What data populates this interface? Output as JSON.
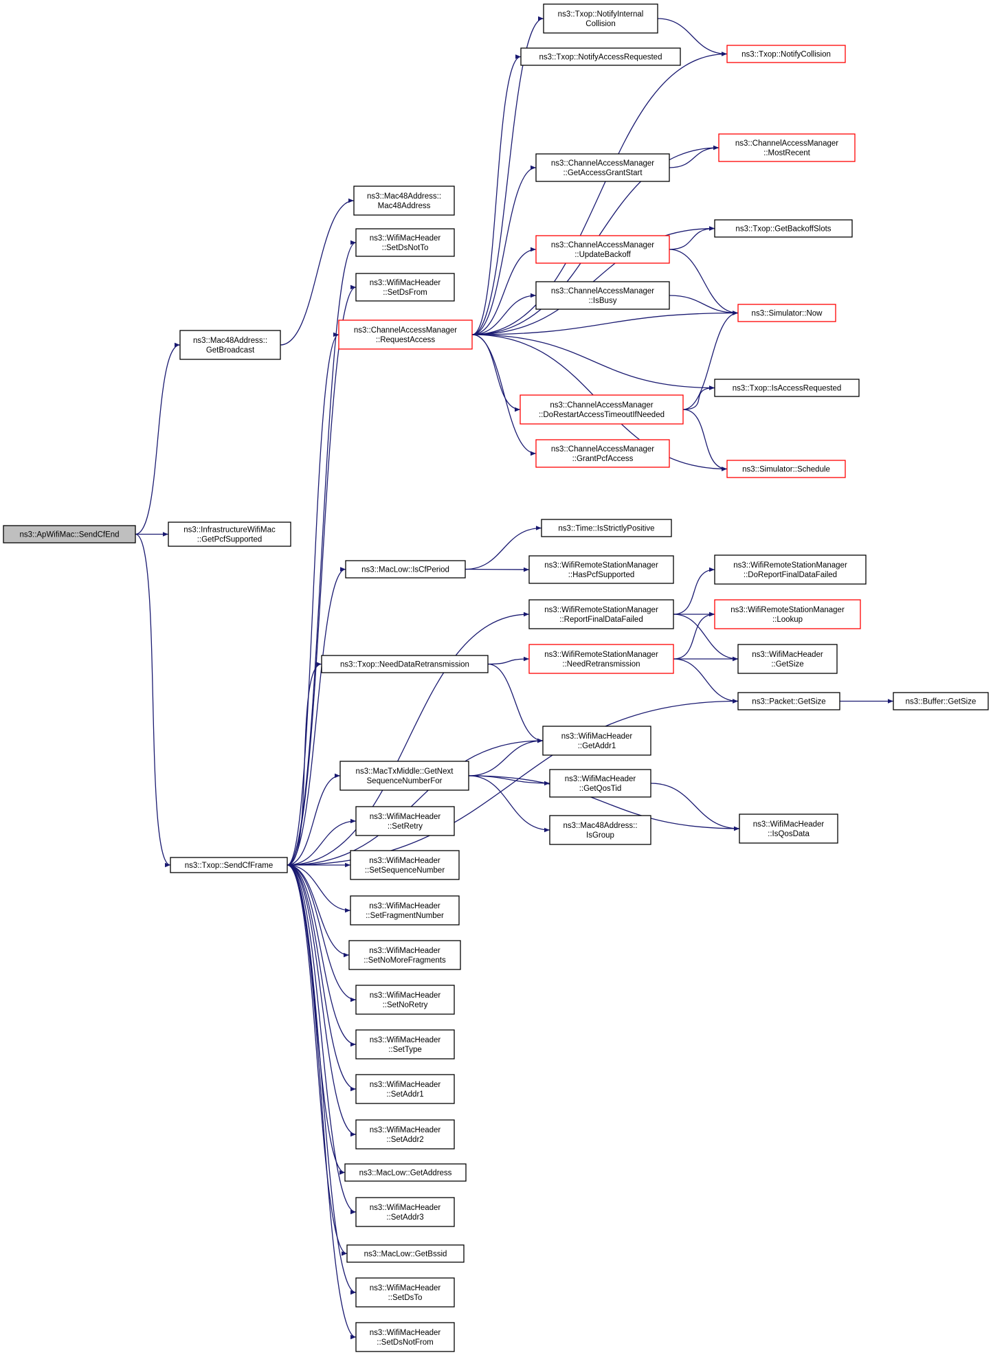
{
  "colors": {
    "edge": "#191970",
    "node_border": "#000000",
    "truncated_border": "#ff0000",
    "root_fill": "#bfbfbf",
    "node_fill": "#ffffff"
  },
  "nodes": [
    {
      "id": "root",
      "lines": [
        "ns3::ApWifiMac::SendCfEnd"
      ],
      "style": "root"
    },
    {
      "id": "getBroadcast",
      "lines": [
        "ns3::Mac48Address::",
        "GetBroadcast"
      ]
    },
    {
      "id": "mac48ctor",
      "lines": [
        "ns3::Mac48Address::",
        "Mac48Address"
      ]
    },
    {
      "id": "getPcfSupported",
      "lines": [
        "ns3::InfrastructureWifiMac",
        "::GetPcfSupported"
      ]
    },
    {
      "id": "sendCfFrame",
      "lines": [
        "ns3::Txop::SendCfFrame"
      ]
    },
    {
      "id": "setDsNotTo",
      "lines": [
        "ns3::WifiMacHeader",
        "::SetDsNotTo"
      ]
    },
    {
      "id": "setDsFrom",
      "lines": [
        "ns3::WifiMacHeader",
        "::SetDsFrom"
      ]
    },
    {
      "id": "requestAccess",
      "lines": [
        "ns3::ChannelAccessManager",
        "::RequestAccess"
      ],
      "style": "truncated"
    },
    {
      "id": "notifyInternalCollision",
      "lines": [
        "ns3::Txop::NotifyInternal",
        "Collision"
      ]
    },
    {
      "id": "notifyAccessRequested",
      "lines": [
        "ns3::Txop::NotifyAccessRequested"
      ]
    },
    {
      "id": "notifyCollision",
      "lines": [
        "ns3::Txop::NotifyCollision"
      ],
      "style": "truncated"
    },
    {
      "id": "mostRecent",
      "lines": [
        "ns3::ChannelAccessManager",
        "::MostRecent"
      ],
      "style": "truncated"
    },
    {
      "id": "getAccessGrantStart",
      "lines": [
        "ns3::ChannelAccessManager",
        "::GetAccessGrantStart"
      ]
    },
    {
      "id": "getBackoffSlots",
      "lines": [
        "ns3::Txop::GetBackoffSlots"
      ]
    },
    {
      "id": "updateBackoff",
      "lines": [
        "ns3::ChannelAccessManager",
        "::UpdateBackoff"
      ],
      "style": "truncated"
    },
    {
      "id": "isBusy",
      "lines": [
        "ns3::ChannelAccessManager",
        "::IsBusy"
      ]
    },
    {
      "id": "simNow",
      "lines": [
        "ns3::Simulator::Now"
      ],
      "style": "truncated"
    },
    {
      "id": "isAccessRequested",
      "lines": [
        "ns3::Txop::IsAccessRequested"
      ]
    },
    {
      "id": "doRestart",
      "lines": [
        "ns3::ChannelAccessManager",
        "::DoRestartAccessTimeoutIfNeeded"
      ],
      "style": "truncated"
    },
    {
      "id": "grantPcf",
      "lines": [
        "ns3::ChannelAccessManager",
        "::GrantPcfAccess"
      ],
      "style": "truncated"
    },
    {
      "id": "simSchedule",
      "lines": [
        "ns3::Simulator::Schedule"
      ],
      "style": "truncated"
    },
    {
      "id": "isStrictlyPositive",
      "lines": [
        "ns3::Time::IsStrictlyPositive"
      ]
    },
    {
      "id": "isCfPeriod",
      "lines": [
        "ns3::MacLow::IsCfPeriod"
      ]
    },
    {
      "id": "hasPcfSupported",
      "lines": [
        "ns3::WifiRemoteStationManager",
        "::HasPcfSupported"
      ]
    },
    {
      "id": "doReportFinal",
      "lines": [
        "ns3::WifiRemoteStationManager",
        "::DoReportFinalDataFailed"
      ]
    },
    {
      "id": "reportFinal",
      "lines": [
        "ns3::WifiRemoteStationManager",
        "::ReportFinalDataFailed"
      ]
    },
    {
      "id": "lookup",
      "lines": [
        "ns3::WifiRemoteStationManager",
        "::Lookup"
      ],
      "style": "truncated"
    },
    {
      "id": "needDataRetx",
      "lines": [
        "ns3::Txop::NeedDataRetransmission"
      ]
    },
    {
      "id": "needRetx",
      "lines": [
        "ns3::WifiRemoteStationManager",
        "::NeedRetransmission"
      ],
      "style": "truncated"
    },
    {
      "id": "hdrGetSize",
      "lines": [
        "ns3::WifiMacHeader",
        "::GetSize"
      ]
    },
    {
      "id": "packetGetSize",
      "lines": [
        "ns3::Packet::GetSize"
      ]
    },
    {
      "id": "bufferGetSize",
      "lines": [
        "ns3::Buffer::GetSize"
      ]
    },
    {
      "id": "getAddr1",
      "lines": [
        "ns3::WifiMacHeader",
        "::GetAddr1"
      ]
    },
    {
      "id": "getNextSeq",
      "lines": [
        "ns3::MacTxMiddle::GetNext",
        "SequenceNumberFor"
      ]
    },
    {
      "id": "getQosTid",
      "lines": [
        "ns3::WifiMacHeader",
        "::GetQosTid"
      ]
    },
    {
      "id": "isGroup",
      "lines": [
        "ns3::Mac48Address::",
        "IsGroup"
      ]
    },
    {
      "id": "isQosData",
      "lines": [
        "ns3::WifiMacHeader",
        "::IsQosData"
      ]
    },
    {
      "id": "setRetry",
      "lines": [
        "ns3::WifiMacHeader",
        "::SetRetry"
      ]
    },
    {
      "id": "setSeqNum",
      "lines": [
        "ns3::WifiMacHeader",
        "::SetSequenceNumber"
      ]
    },
    {
      "id": "setFragNum",
      "lines": [
        "ns3::WifiMacHeader",
        "::SetFragmentNumber"
      ]
    },
    {
      "id": "setNoMoreFrag",
      "lines": [
        "ns3::WifiMacHeader",
        "::SetNoMoreFragments"
      ]
    },
    {
      "id": "setNoRetry",
      "lines": [
        "ns3::WifiMacHeader",
        "::SetNoRetry"
      ]
    },
    {
      "id": "setType",
      "lines": [
        "ns3::WifiMacHeader",
        "::SetType"
      ]
    },
    {
      "id": "setAddr1",
      "lines": [
        "ns3::WifiMacHeader",
        "::SetAddr1"
      ]
    },
    {
      "id": "setAddr2",
      "lines": [
        "ns3::WifiMacHeader",
        "::SetAddr2"
      ]
    },
    {
      "id": "getAddress",
      "lines": [
        "ns3::MacLow::GetAddress"
      ]
    },
    {
      "id": "setAddr3",
      "lines": [
        "ns3::WifiMacHeader",
        "::SetAddr3"
      ]
    },
    {
      "id": "getBssid",
      "lines": [
        "ns3::MacLow::GetBssid"
      ]
    },
    {
      "id": "setDsTo",
      "lines": [
        "ns3::WifiMacHeader",
        "::SetDsTo"
      ]
    },
    {
      "id": "setDsNotFrom",
      "lines": [
        "ns3::WifiMacHeader",
        "::SetDsNotFrom"
      ]
    }
  ],
  "edges": [
    [
      "root",
      "getBroadcast"
    ],
    [
      "root",
      "getPcfSupported"
    ],
    [
      "root",
      "sendCfFrame"
    ],
    [
      "getBroadcast",
      "mac48ctor"
    ],
    [
      "sendCfFrame",
      "setDsNotTo"
    ],
    [
      "sendCfFrame",
      "setDsFrom"
    ],
    [
      "sendCfFrame",
      "requestAccess"
    ],
    [
      "sendCfFrame",
      "isCfPeriod"
    ],
    [
      "sendCfFrame",
      "reportFinal"
    ],
    [
      "sendCfFrame",
      "needDataRetx"
    ],
    [
      "sendCfFrame",
      "packetGetSize"
    ],
    [
      "sendCfFrame",
      "getAddr1"
    ],
    [
      "sendCfFrame",
      "getNextSeq"
    ],
    [
      "sendCfFrame",
      "setRetry"
    ],
    [
      "sendCfFrame",
      "setSeqNum"
    ],
    [
      "sendCfFrame",
      "setFragNum"
    ],
    [
      "sendCfFrame",
      "setNoMoreFrag"
    ],
    [
      "sendCfFrame",
      "setNoRetry"
    ],
    [
      "sendCfFrame",
      "setType"
    ],
    [
      "sendCfFrame",
      "setAddr1"
    ],
    [
      "sendCfFrame",
      "setAddr2"
    ],
    [
      "sendCfFrame",
      "getAddress"
    ],
    [
      "sendCfFrame",
      "setAddr3"
    ],
    [
      "sendCfFrame",
      "getBssid"
    ],
    [
      "sendCfFrame",
      "setDsTo"
    ],
    [
      "sendCfFrame",
      "setDsNotFrom"
    ],
    [
      "requestAccess",
      "notifyInternalCollision"
    ],
    [
      "requestAccess",
      "notifyAccessRequested"
    ],
    [
      "requestAccess",
      "notifyCollision"
    ],
    [
      "requestAccess",
      "mostRecent"
    ],
    [
      "requestAccess",
      "getAccessGrantStart"
    ],
    [
      "requestAccess",
      "getBackoffSlots"
    ],
    [
      "requestAccess",
      "updateBackoff"
    ],
    [
      "requestAccess",
      "isBusy"
    ],
    [
      "requestAccess",
      "simNow"
    ],
    [
      "requestAccess",
      "isAccessRequested"
    ],
    [
      "requestAccess",
      "doRestart"
    ],
    [
      "requestAccess",
      "grantPcf"
    ],
    [
      "requestAccess",
      "simSchedule"
    ],
    [
      "notifyInternalCollision",
      "notifyCollision"
    ],
    [
      "getAccessGrantStart",
      "mostRecent"
    ],
    [
      "updateBackoff",
      "getBackoffSlots"
    ],
    [
      "updateBackoff",
      "simNow"
    ],
    [
      "isBusy",
      "simNow"
    ],
    [
      "doRestart",
      "simNow"
    ],
    [
      "doRestart",
      "isAccessRequested"
    ],
    [
      "doRestart",
      "simSchedule"
    ],
    [
      "isCfPeriod",
      "isStrictlyPositive"
    ],
    [
      "isCfPeriod",
      "hasPcfSupported"
    ],
    [
      "reportFinal",
      "doReportFinal"
    ],
    [
      "reportFinal",
      "lookup"
    ],
    [
      "reportFinal",
      "hdrGetSize"
    ],
    [
      "needDataRetx",
      "needRetx"
    ],
    [
      "needDataRetx",
      "getAddr1"
    ],
    [
      "needRetx",
      "lookup"
    ],
    [
      "needRetx",
      "hdrGetSize"
    ],
    [
      "needRetx",
      "packetGetSize"
    ],
    [
      "packetGetSize",
      "bufferGetSize"
    ],
    [
      "getNextSeq",
      "getAddr1"
    ],
    [
      "getNextSeq",
      "getQosTid"
    ],
    [
      "getNextSeq",
      "isGroup"
    ],
    [
      "getNextSeq",
      "isQosData"
    ],
    [
      "getQosTid",
      "isQosData"
    ]
  ]
}
